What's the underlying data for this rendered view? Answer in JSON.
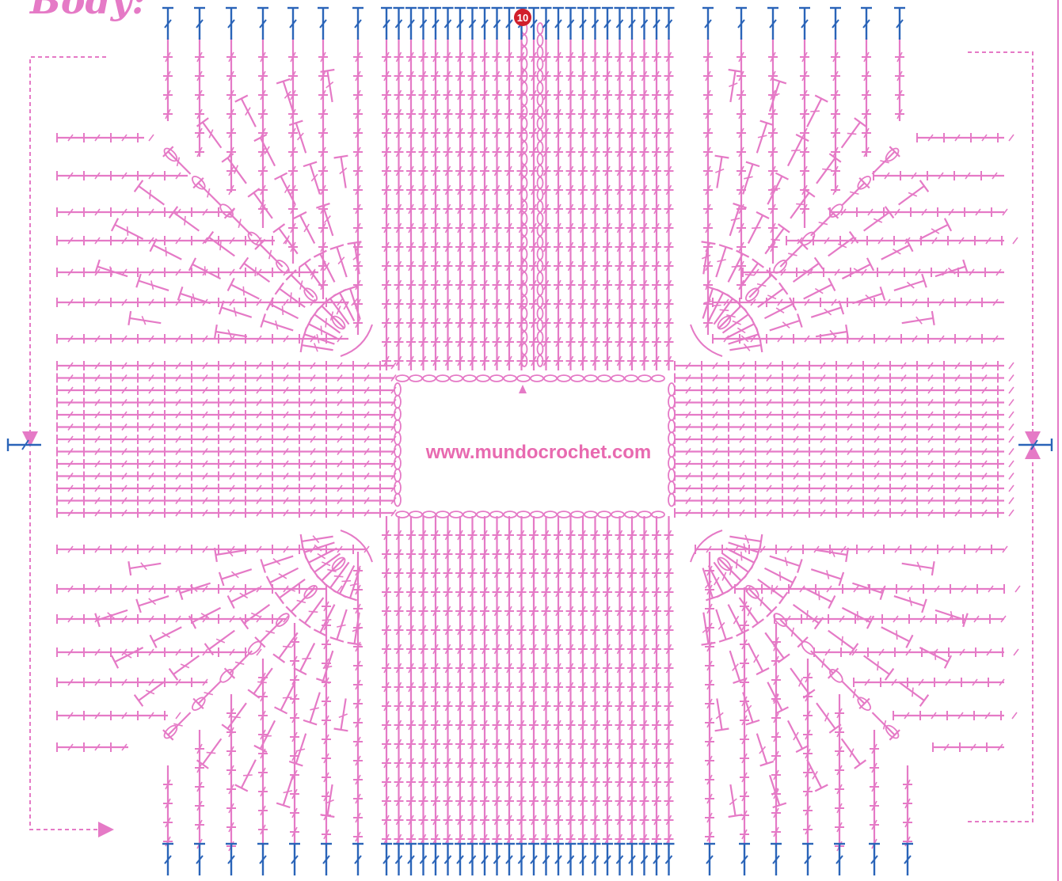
{
  "title": "Body:",
  "website": "www.mundocrochet.com",
  "round_label": "10",
  "colors": {
    "pink": "#e57ac6",
    "blue": "#2a64b8",
    "badge": "#d11f2b",
    "text_pink": "#e86ab0"
  },
  "symbols": {
    "chain": "chain-stitch",
    "double_crochet": "double-crochet-stitch",
    "corner_arc": "chain-space-arc",
    "direction_arrow": "dashed-arrow"
  }
}
